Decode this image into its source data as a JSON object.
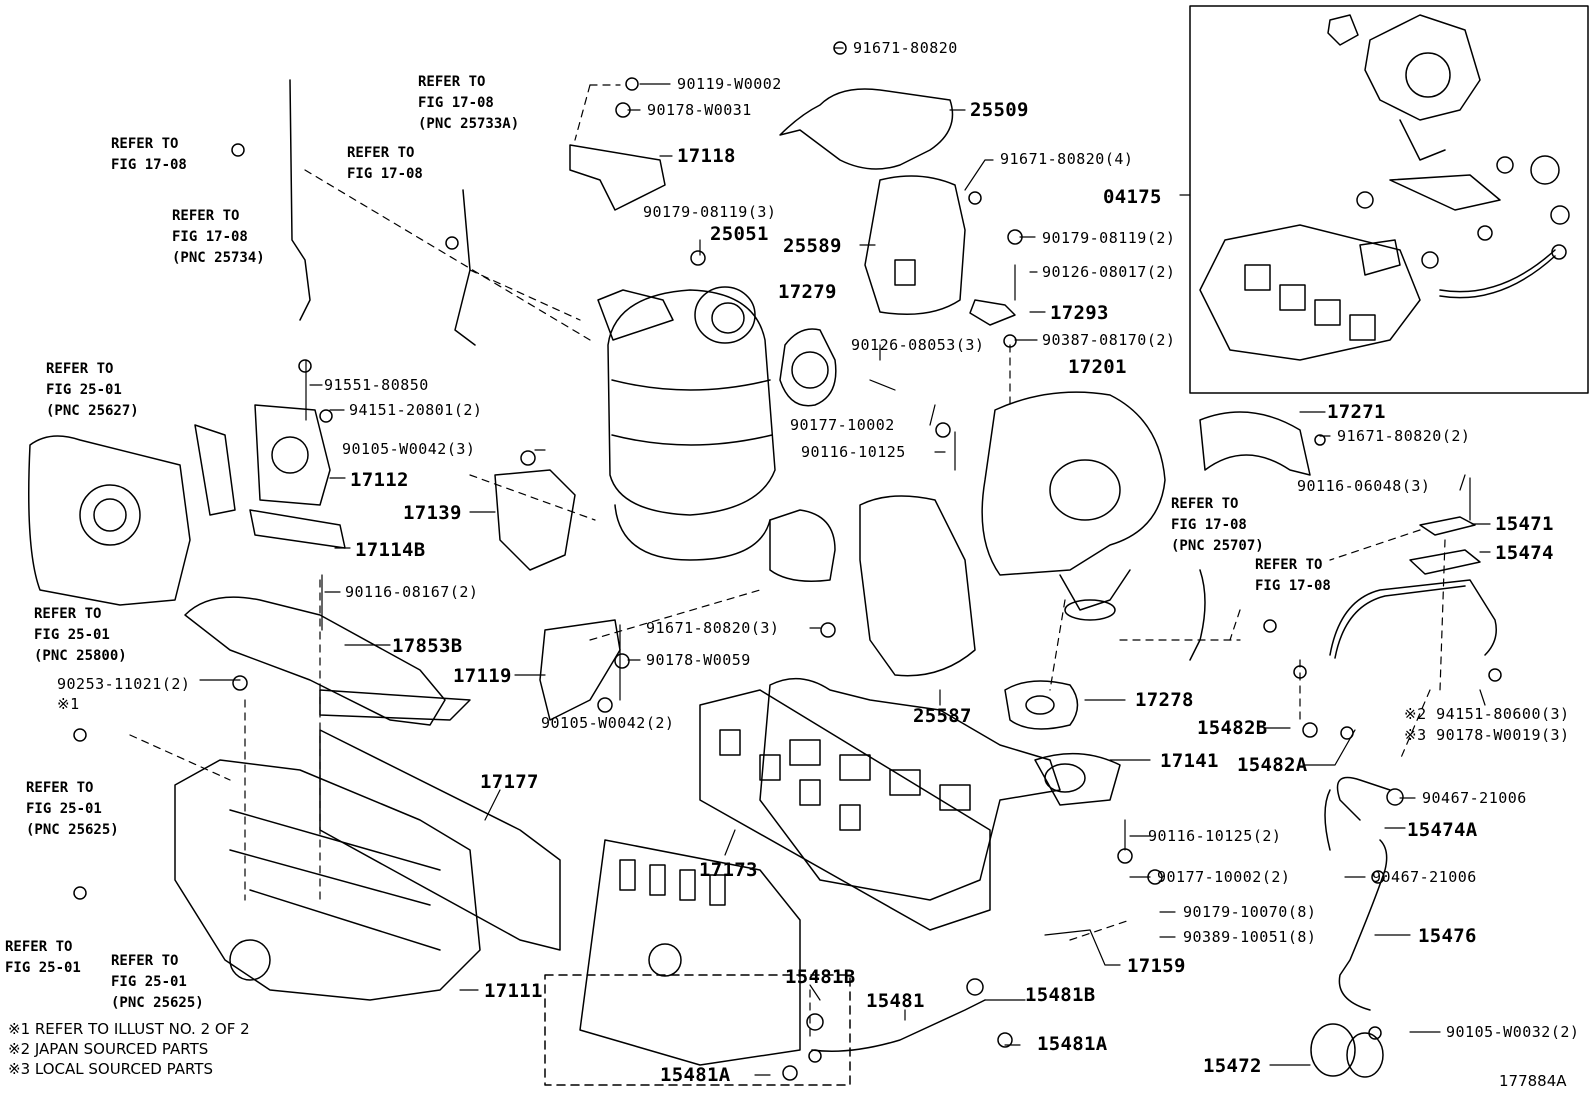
{
  "labels": {
    "p91671_80820_top": "91671-80820",
    "p90119_w0002": "90119-W0002",
    "p90178_w0031": "90178-W0031",
    "p25509": "25509",
    "p17118": "17118",
    "p91671_80820_4": "91671-80820(4)",
    "p04175": "04175",
    "p90179_08119_3": "90179-08119(3)",
    "p25051": "25051",
    "p25589": "25589",
    "p90179_08119_2": "90179-08119(2)",
    "p90126_08017_2": "90126-08017(2)",
    "p17279": "17279",
    "p17293": "17293",
    "p90126_08053_3": "90126-08053(3)",
    "p90387_08170_2": "90387-08170(2)",
    "p17201": "17201",
    "p91551_80850": "91551-80850",
    "p94151_20801_2": "94151-20801(2)",
    "p90105_w0042_3": "90105-W0042(3)",
    "p17112": "17112",
    "p17139": "17139",
    "p17114b": "17114B",
    "p90177_10002_a": "90177-10002",
    "p90116_10125_a": "90116-10125",
    "p17271": "17271",
    "p91671_80820_2": "91671-80820(2)",
    "p90116_06048_3": "90116-06048(3)",
    "p15471": "15471",
    "p15474": "15474",
    "p90116_08167_2": "90116-08167(2)",
    "p17853b": "17853B",
    "p91671_80820_3": "91671-80820(3)",
    "p17119": "17119",
    "p90178_w0059": "90178-W0059",
    "p25587": "25587",
    "p90253_11021_2": "90253-11021(2)",
    "mark1": "※1",
    "p90105_w0042_2": "90105-W0042(2)",
    "p17278": "17278",
    "p15482b": "15482B",
    "p15482a": "15482A",
    "p94151_80600_3": "※2 94151-80600(3)",
    "p90178_w0019_3": "※3 90178-W0019(3)",
    "p17177": "17177",
    "p17141": "17141",
    "p90467_21006_a": "90467-21006",
    "p15474a": "15474A",
    "p90116_10125_2": "90116-10125(2)",
    "p17173": "17173",
    "p90177_10002_2": "90177-10002(2)",
    "p90467_21006_b": "90467-21006",
    "p90179_10070_8": "90179-10070(8)",
    "p90389_10051_8": "90389-10051(8)",
    "p15476": "15476",
    "p17159": "17159",
    "p17111": "17111",
    "p15481b_a": "15481B",
    "p15481": "15481",
    "p15481b_b": "15481B",
    "p15481a_a": "15481A",
    "p90105_w0032_2": "90105-W0032(2)",
    "p15481a_b": "15481A",
    "p15472": "15472",
    "fig_id": "177884A"
  },
  "refs": {
    "r1": "REFER TO\nFIG 17-08",
    "r2": "REFER TO\nFIG 17-08\n(PNC 25733A)",
    "r3": "REFER TO\nFIG 17-08",
    "r4": "REFER TO\nFIG 17-08\n(PNC 25734)",
    "r5": "REFER TO\nFIG 25-01\n(PNC 25627)",
    "r6": "REFER TO\nFIG 25-01\n(PNC 25800)",
    "r7": "REFER TO\nFIG 17-08\n(PNC 25707)",
    "r8": "REFER TO\nFIG 17-08",
    "r9": "REFER TO\nFIG 25-01\n(PNC 25625)",
    "r10": "REFER TO\nFIG 25-01",
    "r11": "REFER TO\nFIG 25-01\n(PNC 25625)"
  },
  "notes": {
    "n1": "※1 REFER TO ILLUST NO. 2 OF 2",
    "n2": "※2 JAPAN SOURCED PARTS",
    "n3": "※3 LOCAL SOURCED PARTS"
  }
}
